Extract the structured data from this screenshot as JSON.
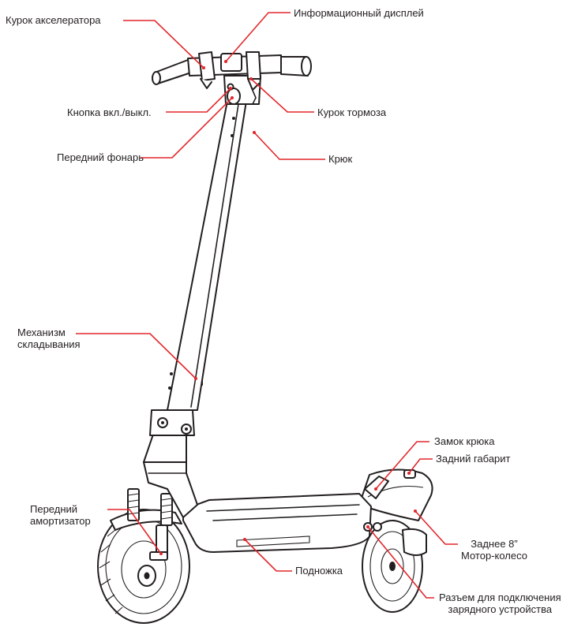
{
  "labels": {
    "throttle": "Курок акселератора",
    "display": "Информационный дисплей",
    "power_button": "Кнопка вкл./выкл.",
    "brake": "Курок тормоза",
    "front_light": "Передний фонарь",
    "hook": "Крюк",
    "folding_line1": "Механизм",
    "folding_line2": "складывания",
    "hook_lock": "Замок крюка",
    "rear_light": "Задний габарит",
    "front_shock_line1": "Передний",
    "front_shock_line2": "амортизатор",
    "rear_wheel_line1": "Заднее 8”",
    "rear_wheel_line2": "Мотор-колесо",
    "kickstand": "Подножка",
    "charging_port_line1": "Разъем для подключения",
    "charging_port_line2": "зарядного устройства"
  },
  "colors": {
    "leader": "#e2262b",
    "outline": "#231f20",
    "text": "#231f20"
  }
}
